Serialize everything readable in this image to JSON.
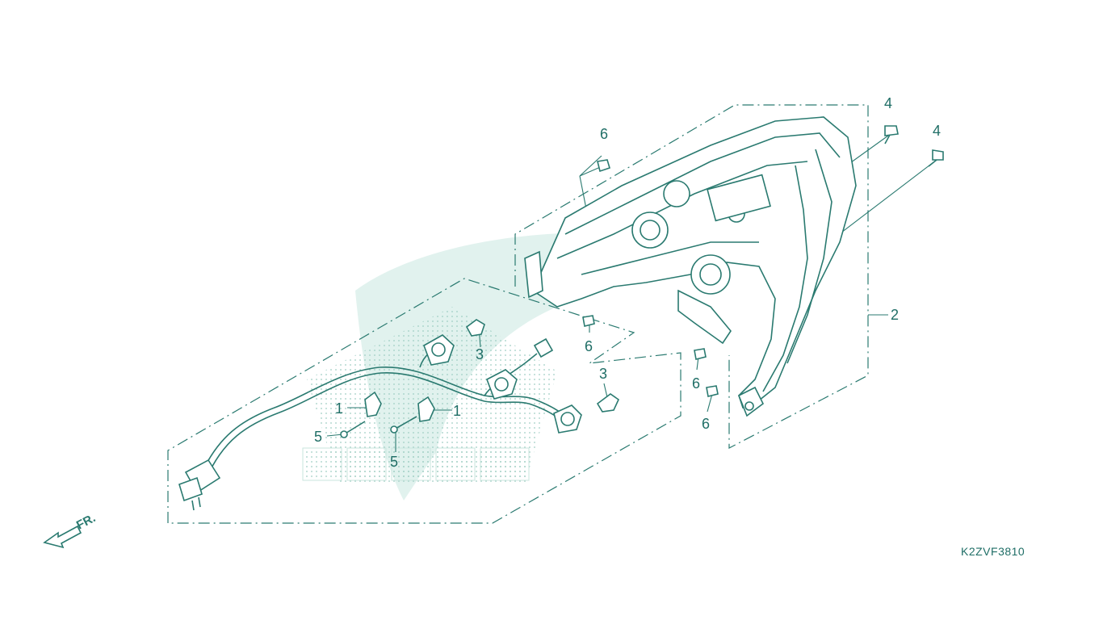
{
  "diagram": {
    "drawing_code": "K2ZVF3810",
    "front_marker": "FR.",
    "watermark": "HONDA",
    "callouts": {
      "c4a": "4",
      "c4b": "4",
      "c6_top": "6",
      "c2": "2",
      "c6_mid": "6",
      "c3_upper": "3",
      "c3_right": "3",
      "c6_low_a": "6",
      "c6_low_b": "6",
      "c1_left": "1",
      "c1_right": "1",
      "c5_left": "5",
      "c5_center": "5"
    }
  },
  "colors": {
    "line": "#2a7a70",
    "watermark": "#cfe9e2",
    "text": "#1f6e66"
  }
}
